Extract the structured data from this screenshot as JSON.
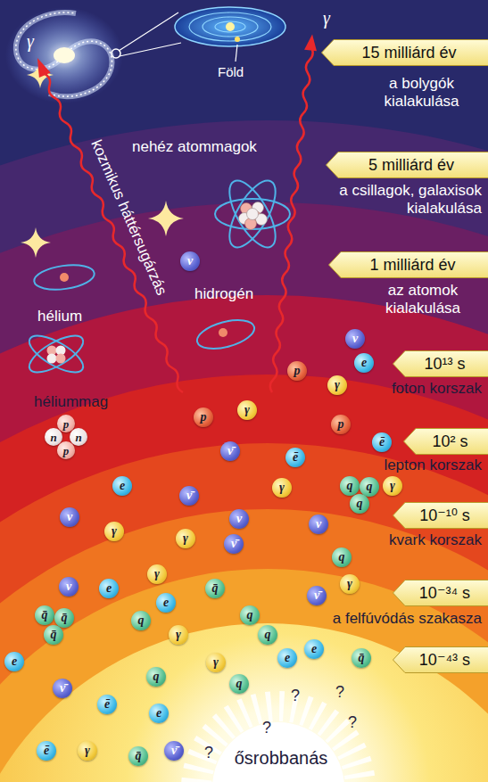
{
  "diagram": {
    "nodes": [
      {
        "text": [
          "15 milliárd év"
        ]
      },
      {
        "text": [
          "5 milliárd év"
        ]
      },
      {
        "text": [
          "1 milliárd év"
        ]
      },
      {
        "text": [
          "10¹³ s"
        ]
      },
      {
        "text": [
          "10² s"
        ]
      },
      {
        "text": [
          "10⁻¹⁰ s"
        ]
      },
      {
        "text": [
          "10⁻³⁴ s"
        ]
      },
      {
        "text": [
          "10⁻⁴³ s"
        ]
      },
      {
        "text": [
          "ν"
        ]
      },
      {
        "text": [
          "ν"
        ]
      },
      {
        "text": [
          "p"
        ]
      },
      {
        "text": [
          "γ"
        ]
      },
      {
        "text": [
          "e"
        ]
      },
      {
        "text": [
          "γ"
        ]
      },
      {
        "text": [
          "p"
        ]
      },
      {
        "text": [
          "p"
        ]
      },
      {
        "text": [
          "ē"
        ]
      },
      {
        "text": [
          "ν̄"
        ]
      },
      {
        "text": [
          "ē"
        ]
      },
      {
        "text": [
          "e"
        ]
      },
      {
        "text": [
          "γ"
        ]
      },
      {
        "text": [
          "ν̄"
        ]
      },
      {
        "text": [
          "q"
        ]
      },
      {
        "text": [
          "q"
        ]
      },
      {
        "text": [
          "q"
        ]
      },
      {
        "text": [
          "γ"
        ]
      },
      {
        "text": [
          "ν"
        ]
      },
      {
        "text": [
          "ν"
        ]
      },
      {
        "text": [
          "γ"
        ]
      },
      {
        "text": [
          "γ"
        ]
      },
      {
        "text": [
          "ν̄"
        ]
      },
      {
        "text": [
          "ν"
        ]
      },
      {
        "text": [
          "q"
        ]
      },
      {
        "text": [
          "γ"
        ]
      },
      {
        "text": [
          "ν"
        ]
      },
      {
        "text": [
          "e"
        ]
      },
      {
        "text": [
          "γ"
        ]
      },
      {
        "text": [
          "e"
        ]
      },
      {
        "text": [
          "q̄"
        ]
      },
      {
        "text": [
          "q̄"
        ]
      },
      {
        "text": [
          "q̄"
        ]
      },
      {
        "text": [
          "q̄"
        ]
      },
      {
        "text": [
          "ν̄"
        ]
      },
      {
        "text": [
          "q"
        ]
      },
      {
        "text": [
          "γ"
        ]
      },
      {
        "text": [
          "q"
        ]
      },
      {
        "text": [
          "γ"
        ]
      },
      {
        "text": [
          "q"
        ]
      },
      {
        "text": [
          "e"
        ]
      },
      {
        "text": [
          "e"
        ]
      },
      {
        "text": [
          "q̄"
        ]
      },
      {
        "text": [
          "e"
        ]
      },
      {
        "text": [
          "ν̄"
        ]
      },
      {
        "text": [
          "ē"
        ]
      },
      {
        "text": [
          "q"
        ]
      },
      {
        "text": [
          "e"
        ]
      },
      {
        "text": [
          "q"
        ]
      },
      {
        "text": [
          "ē"
        ]
      },
      {
        "text": [
          "γ"
        ]
      },
      {
        "text": [
          "q̄"
        ]
      },
      {
        "text": [
          "ν̄"
        ]
      },
      {
        "text": [
          "p"
        ]
      },
      {
        "text": [
          "n"
        ]
      },
      {
        "text": [
          "n"
        ]
      },
      {
        "text": [
          "p"
        ]
      }
    ],
    "labels": [
      "a bolygók kialakulása",
      "Föld",
      "nehéz atommagok",
      "a csillagok, galaxisok kialakulása",
      "hidrogén",
      "az atomok kialakulása",
      "hélium",
      "kozmikus háttérsugárzás",
      "foton korszak",
      "héliummag",
      "lepton korszak",
      "kvark korszak",
      "a felfúvódás szakasza",
      "ősrobbanás",
      "γ",
      "γ",
      "?",
      "?",
      "?",
      "?",
      "?"
    ]
  }
}
